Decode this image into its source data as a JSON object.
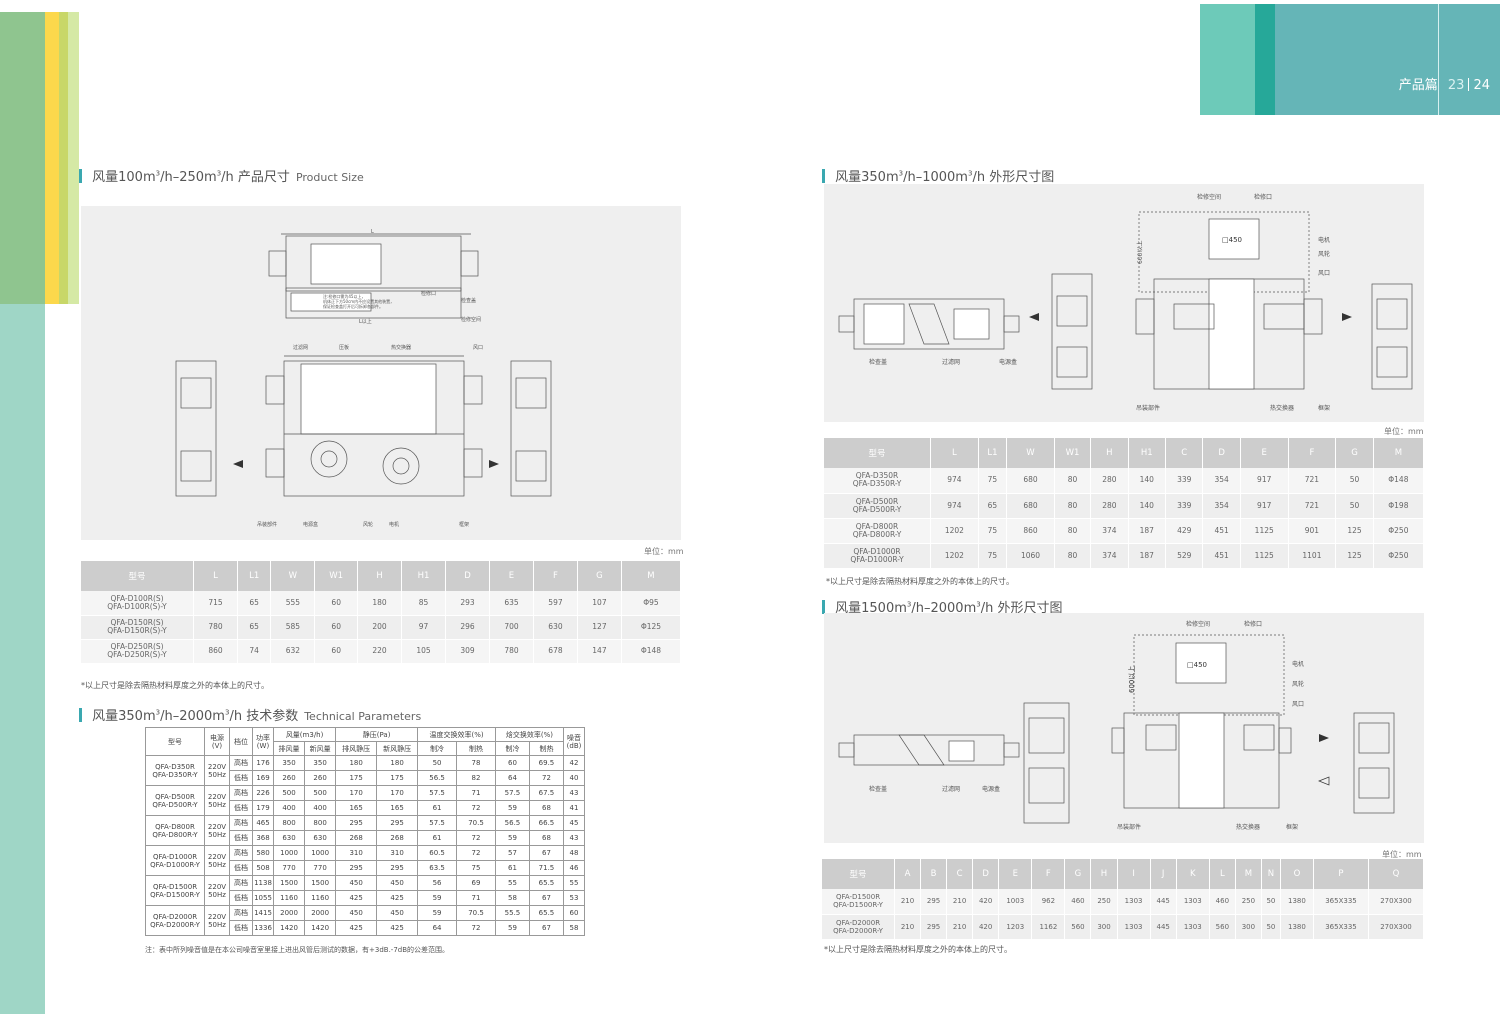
{
  "header": {
    "section": "产品篇",
    "page_left": "23",
    "page_right": "24"
  },
  "sec1": {
    "title_a": "风量100m",
    "sup1": "3",
    "title_b": "/h–250m",
    "sup2": "3",
    "title_c": "/h 产品尺寸",
    "en": "Product Size"
  },
  "sec2": {
    "title_a": "风量350m",
    "sup1": "3",
    "title_b": "/h–2000m",
    "sup2": "3",
    "title_c": "/h 技术参数",
    "en": "Technical Parameters"
  },
  "sec3": {
    "title_a": "风量350m",
    "sup1": "3",
    "title_b": "/h–1000m",
    "sup2": "3",
    "title_c": "/h 外形尺寸图"
  },
  "sec4": {
    "title_a": "风量1500m",
    "sup1": "3",
    "title_b": "/h–2000m",
    "sup2": "3",
    "title_c": "/h 外形尺寸图"
  },
  "unit_label": "单位：mm",
  "dim_note": "*以上尺寸是除去隔热材料厚度之外的本体上的尺寸。",
  "drawing1": {
    "labels": {
      "service_port": "检修口",
      "inspect_cover": "检查盖",
      "service_space": "检修空间",
      "l_min": "L以上",
      "filter": "过滤网",
      "press_plate": "压板",
      "heat_exchanger": "热交换器",
      "air_outlet": "风口",
      "hanger": "吊装部件",
      "power_box": "电源盒",
      "fan": "风轮",
      "motor": "电机",
      "frame": "框架"
    },
    "note_lines": [
      "注:检修口需为45以上，",
      "机体正下方50cm内不应设置其他装置，",
      "保证检查盖打开后可拆卸各部件。"
    ]
  },
  "drawing2": {
    "labels": {
      "service_space": "检修空间",
      "service_port": "检修口",
      "port_size": "□450",
      "min600": "600以上",
      "motor": "电机",
      "fan": "风轮",
      "air_outlet": "风口",
      "inspect_cover": "检查盖",
      "filter": "过滤网",
      "power_box": "电源盒",
      "hanger": "吊装部件",
      "heat_exchanger": "热交换器",
      "frame": "框架"
    }
  },
  "drawing3": {
    "labels": {
      "service_space": "检修空间",
      "service_port": "检修口",
      "port_size": "□450",
      "min600": "600以上",
      "motor": "电机",
      "fan": "风轮",
      "air_outlet": "风口",
      "inspect_cover": "检查盖",
      "filter": "过滤网",
      "power_box": "电源盒",
      "hanger": "吊装部件",
      "heat_exchanger": "热交换器",
      "frame": "框架"
    }
  },
  "table1": {
    "headers": [
      "型号",
      "L",
      "L1",
      "W",
      "W1",
      "H",
      "H1",
      "D",
      "E",
      "F",
      "G",
      "M"
    ],
    "rows": [
      {
        "m1": "QFA-D100R(S)",
        "m2": "QFA-D100R(S)-Y",
        "v": [
          "715",
          "65",
          "555",
          "60",
          "180",
          "85",
          "293",
          "635",
          "597",
          "107",
          "Φ95"
        ]
      },
      {
        "m1": "QFA-D150R(S)",
        "m2": "QFA-D150R(S)-Y",
        "v": [
          "780",
          "65",
          "585",
          "60",
          "200",
          "97",
          "296",
          "700",
          "630",
          "127",
          "Φ125"
        ]
      },
      {
        "m1": "QFA-D250R(S)",
        "m2": "QFA-D250R(S)-Y",
        "v": [
          "860",
          "74",
          "632",
          "60",
          "220",
          "105",
          "309",
          "780",
          "678",
          "147",
          "Φ148"
        ]
      }
    ]
  },
  "table2": {
    "headers": [
      "型号",
      "L",
      "L1",
      "W",
      "W1",
      "H",
      "H1",
      "C",
      "D",
      "E",
      "F",
      "G",
      "M"
    ],
    "rows": [
      {
        "m1": "QFA-D350R",
        "m2": "QFA-D350R-Y",
        "v": [
          "974",
          "75",
          "680",
          "80",
          "280",
          "140",
          "339",
          "354",
          "917",
          "721",
          "50",
          "Φ148"
        ]
      },
      {
        "m1": "QFA-D500R",
        "m2": "QFA-D500R-Y",
        "v": [
          "974",
          "65",
          "680",
          "80",
          "280",
          "140",
          "339",
          "354",
          "917",
          "721",
          "50",
          "Φ198"
        ]
      },
      {
        "m1": "QFA-D800R",
        "m2": "QFA-D800R-Y",
        "v": [
          "1202",
          "75",
          "860",
          "80",
          "374",
          "187",
          "429",
          "451",
          "1125",
          "901",
          "125",
          "Φ250"
        ]
      },
      {
        "m1": "QFA-D1000R",
        "m2": "QFA-D1000R-Y",
        "v": [
          "1202",
          "75",
          "1060",
          "80",
          "374",
          "187",
          "529",
          "451",
          "1125",
          "1101",
          "125",
          "Φ250"
        ]
      }
    ]
  },
  "table3": {
    "headers": [
      "型号",
      "A",
      "B",
      "C",
      "D",
      "E",
      "F",
      "G",
      "H",
      "I",
      "J",
      "K",
      "L",
      "M",
      "N",
      "O",
      "P",
      "Q"
    ],
    "rows": [
      {
        "m1": "QFA-D1500R",
        "m2": "QFA-D1500R-Y",
        "v": [
          "210",
          "295",
          "210",
          "420",
          "1003",
          "962",
          "460",
          "250",
          "1303",
          "445",
          "1303",
          "460",
          "250",
          "50",
          "1380",
          "365X335",
          "270X300"
        ]
      },
      {
        "m1": "QFA-D2000R",
        "m2": "QFA-D2000R-Y",
        "v": [
          "210",
          "295",
          "210",
          "420",
          "1203",
          "1162",
          "560",
          "300",
          "1303",
          "445",
          "1303",
          "560",
          "300",
          "50",
          "1380",
          "365X335",
          "270X300"
        ]
      }
    ]
  },
  "tech": {
    "h_model": "型号",
    "h_power": "电源",
    "h_power_unit": "(V)",
    "h_gear": "档位",
    "h_watt": "功率",
    "h_watt_unit": "(W)",
    "h_air": "风量(m3/h)",
    "h_static": "静压(Pa)",
    "h_temp": "温度交换效率(%)",
    "h_enth": "焓交换效率(%)",
    "h_noise": "噪音",
    "h_noise_unit": "(dB)",
    "h_exhaust": "排风量",
    "h_fresh": "新风量",
    "h_exhaust_sp": "排风静压",
    "h_fresh_sp": "新风静压",
    "h_cool": "制冷",
    "h_heat": "制热",
    "supply_v": "220V",
    "supply_hz": "50Hz",
    "groups": [
      {
        "m1": "QFA-D350R",
        "m2": "QFA-D350R-Y",
        "high": [
          "高档",
          "176",
          "350",
          "350",
          "180",
          "180",
          "50",
          "78",
          "60",
          "69.5",
          "42"
        ],
        "low": [
          "低档",
          "169",
          "260",
          "260",
          "175",
          "175",
          "56.5",
          "82",
          "64",
          "72",
          "40"
        ]
      },
      {
        "m1": "QFA-D500R",
        "m2": "QFA-D500R-Y",
        "high": [
          "高档",
          "226",
          "500",
          "500",
          "170",
          "170",
          "57.5",
          "71",
          "57.5",
          "67.5",
          "43"
        ],
        "low": [
          "低档",
          "179",
          "400",
          "400",
          "165",
          "165",
          "61",
          "72",
          "59",
          "68",
          "41"
        ]
      },
      {
        "m1": "QFA-D800R",
        "m2": "QFA-D800R-Y",
        "high": [
          "高档",
          "465",
          "800",
          "800",
          "295",
          "295",
          "57.5",
          "70.5",
          "56.5",
          "66.5",
          "45"
        ],
        "low": [
          "低档",
          "368",
          "630",
          "630",
          "268",
          "268",
          "61",
          "72",
          "59",
          "68",
          "43"
        ]
      },
      {
        "m1": "QFA-D1000R",
        "m2": "QFA-D1000R-Y",
        "high": [
          "高档",
          "580",
          "1000",
          "1000",
          "310",
          "310",
          "60.5",
          "72",
          "57",
          "67",
          "48"
        ],
        "low": [
          "低档",
          "508",
          "770",
          "770",
          "295",
          "295",
          "63.5",
          "75",
          "61",
          "71.5",
          "46"
        ]
      },
      {
        "m1": "QFA-D1500R",
        "m2": "QFA-D1500R-Y",
        "high": [
          "高档",
          "1138",
          "1500",
          "1500",
          "450",
          "450",
          "56",
          "69",
          "55",
          "65.5",
          "55"
        ],
        "low": [
          "低档",
          "1055",
          "1160",
          "1160",
          "425",
          "425",
          "59",
          "71",
          "58",
          "67",
          "53"
        ]
      },
      {
        "m1": "QFA-D2000R",
        "m2": "QFA-D2000R-Y",
        "high": [
          "高档",
          "1415",
          "2000",
          "2000",
          "450",
          "450",
          "59",
          "70.5",
          "55.5",
          "65.5",
          "60"
        ],
        "low": [
          "低档",
          "1336",
          "1420",
          "1420",
          "425",
          "425",
          "64",
          "72",
          "59",
          "67",
          "58"
        ]
      }
    ],
    "note": "注：表中所列噪音值是在本公司噪音室里接上进出风管后测试的数据，有+3dB.-7dB的公差范围。"
  },
  "colors": {
    "teal": "#65b5b7",
    "teal_light": "#6dcab9",
    "teal_dark": "#26a899",
    "green": "#8fc58f",
    "yellow": "#fcd84c",
    "lime": "#d5e9a5",
    "mint": "#9fd6c6"
  }
}
